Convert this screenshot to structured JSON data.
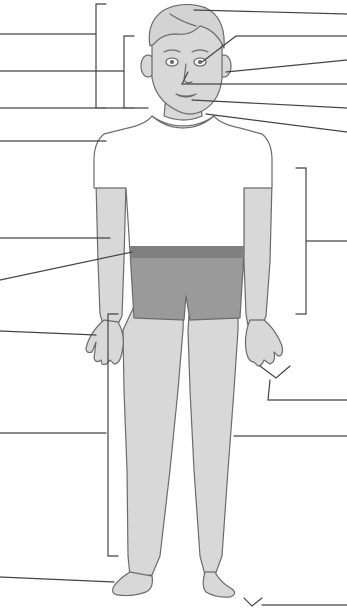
{
  "diagram": {
    "type": "labeled-body-diagram",
    "label_text_visible": false,
    "colors": {
      "skin": "#d8d8d8",
      "skin_shadow": "#c8c8c8",
      "shirt": "#ffffff",
      "outline": "#6b6b6b",
      "shorts": "#9a9a9a",
      "waistband": "#808080",
      "leader_lines": "#444444",
      "hair": "#d3d3d3"
    },
    "left_leaders": [
      {
        "name": "leader-hair-group"
      },
      {
        "name": "leader-head-group"
      },
      {
        "name": "leader-face-group"
      },
      {
        "name": "leader-neck"
      },
      {
        "name": "leader-shoulder"
      },
      {
        "name": "leader-elbow"
      },
      {
        "name": "leader-waist"
      },
      {
        "name": "leader-hand"
      },
      {
        "name": "leader-leg"
      },
      {
        "name": "leader-foot"
      }
    ],
    "right_leaders": [
      {
        "name": "leader-hair"
      },
      {
        "name": "leader-eye"
      },
      {
        "name": "leader-ear"
      },
      {
        "name": "leader-nose"
      },
      {
        "name": "leader-mouth"
      },
      {
        "name": "leader-chin"
      },
      {
        "name": "leader-trunk"
      },
      {
        "name": "leader-fingers"
      },
      {
        "name": "leader-knee"
      },
      {
        "name": "leader-toes"
      }
    ],
    "brackets": [
      {
        "name": "bracket-head-outer"
      },
      {
        "name": "bracket-head-inner"
      },
      {
        "name": "bracket-trunk"
      },
      {
        "name": "bracket-leg"
      },
      {
        "name": "bracket-fingers"
      },
      {
        "name": "bracket-toes"
      }
    ]
  }
}
